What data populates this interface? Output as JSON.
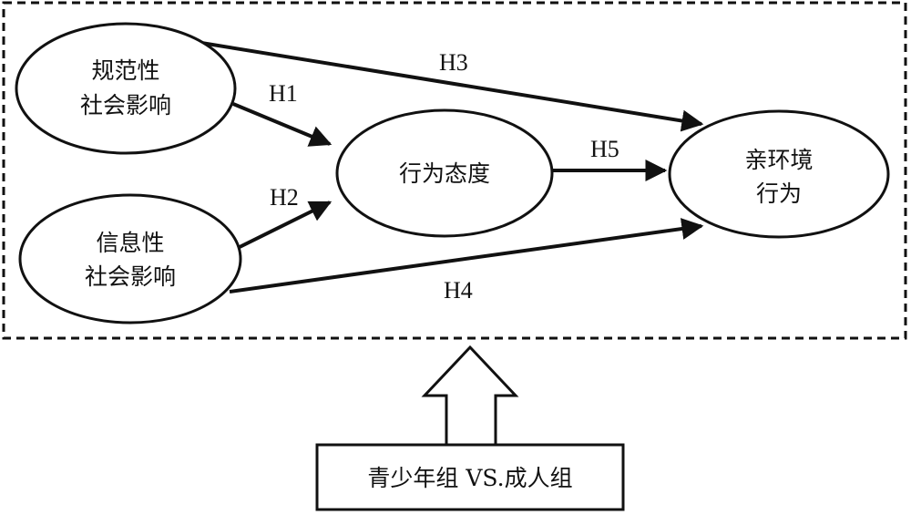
{
  "nodes": {
    "normative": {
      "line1": "规范性",
      "line2": "社会影响"
    },
    "informational": {
      "line1": "信息性",
      "line2": "社会影响"
    },
    "attitude": {
      "label": "行为态度"
    },
    "behavior": {
      "line1": "亲环境",
      "line2": "行为"
    }
  },
  "hypotheses": {
    "h1": "H1",
    "h2": "H2",
    "h3": "H3",
    "h4": "H4",
    "h5": "H5"
  },
  "moderator": {
    "label": "青少年组 VS.成人组"
  }
}
